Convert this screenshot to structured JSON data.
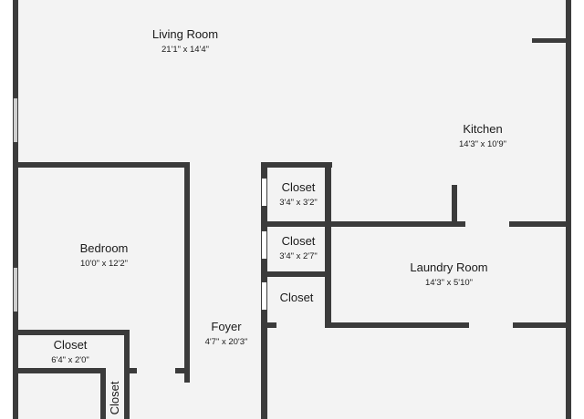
{
  "rooms": {
    "living_room": {
      "name": "Living Room",
      "dims": "21'1\" x 14'4\""
    },
    "kitchen": {
      "name": "Kitchen",
      "dims": "14'3\" x 10'9\""
    },
    "closet_1": {
      "name": "Closet",
      "dims": "3'4\" x 3'2\""
    },
    "closet_2": {
      "name": "Closet",
      "dims": "3'4\" x 2'7\""
    },
    "closet_3": {
      "name": "Closet"
    },
    "laundry_room": {
      "name": "Laundry Room",
      "dims": "14'3\" x 5'10\""
    },
    "bedroom": {
      "name": "Bedroom",
      "dims": "10'0\" x 12'2\""
    },
    "foyer": {
      "name": "Foyer",
      "dims": "4'7\" x 20'3\""
    },
    "closet_4": {
      "name": "Closet",
      "dims": "6'4\" x 2'0\""
    },
    "closet_5": {
      "name": "Closet"
    }
  },
  "colors": {
    "wall": "#3b3b3b",
    "floor": "#f3f3f3",
    "text": "#1a1a1a"
  }
}
